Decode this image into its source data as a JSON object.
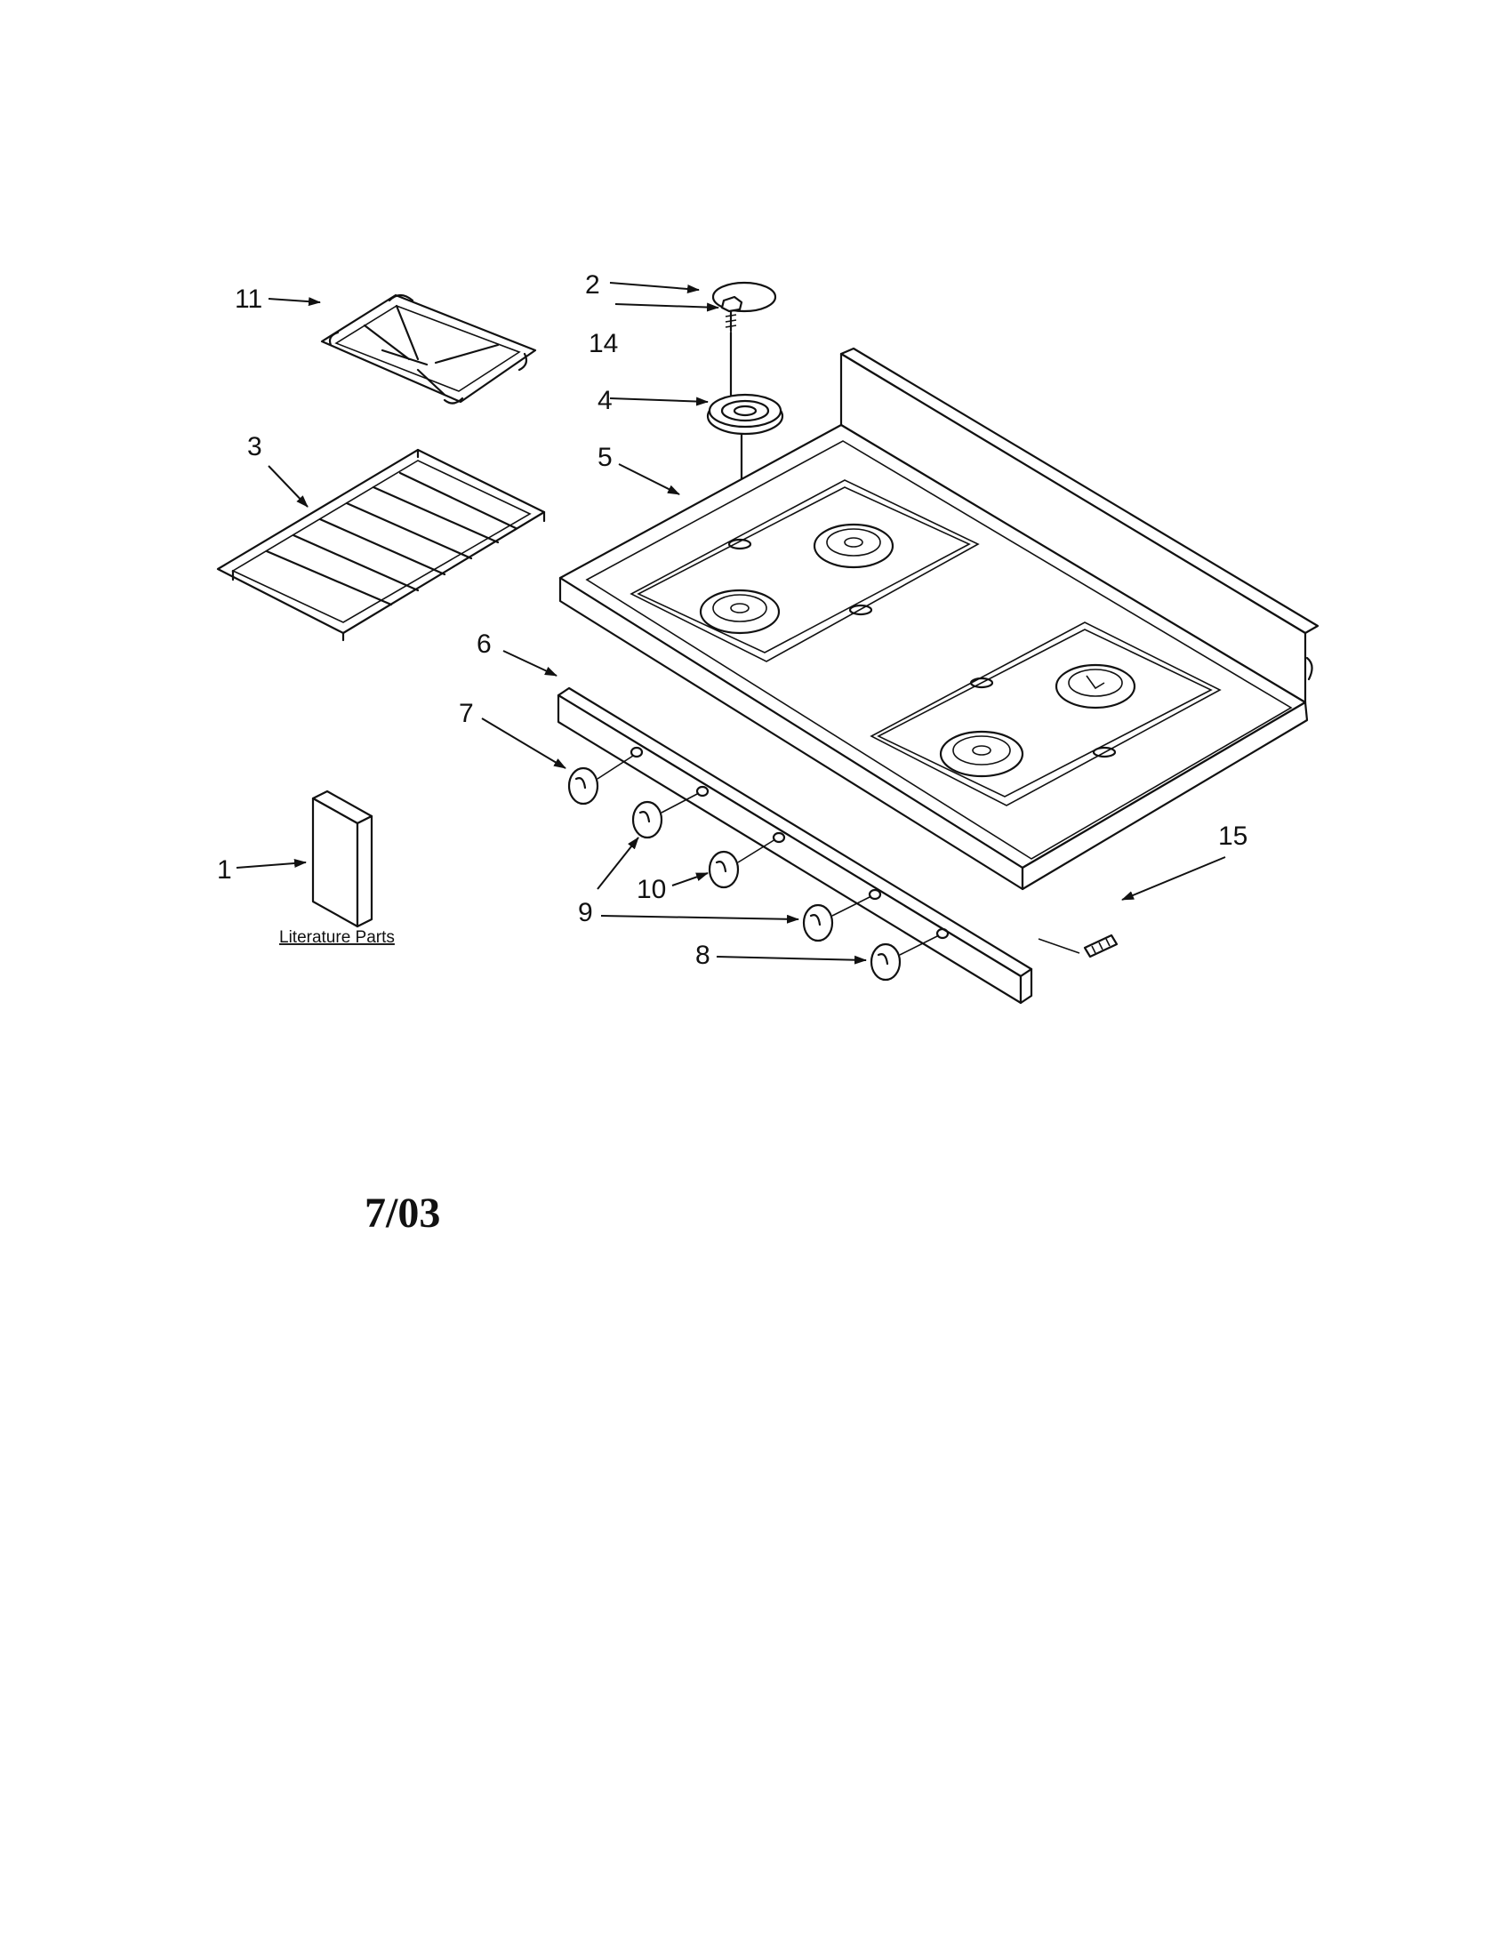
{
  "callouts": {
    "c1": "1",
    "c2": "2",
    "c3": "3",
    "c4": "4",
    "c5": "5",
    "c6": "6",
    "c7": "7",
    "c8": "8",
    "c9": "9",
    "c10": "10",
    "c11": "11",
    "c14": "14",
    "c15": "15"
  },
  "literature_label": "Literature Parts",
  "date_code": "7/03"
}
